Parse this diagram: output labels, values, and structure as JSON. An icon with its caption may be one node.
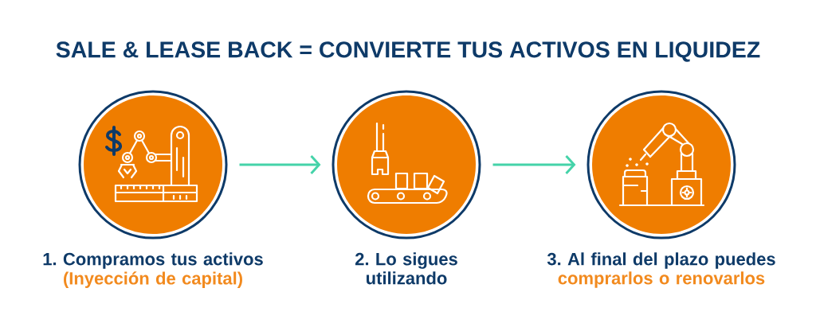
{
  "diagram": {
    "title": "SALE & LEASE BACK = CONVIERTE TUS ACTIVOS EN LIQUIDEZ",
    "nodes": [
      {
        "text": [],
        "shape": "circle",
        "beside": [
          "1. Compramos tus activos",
          "(Inyección de capital)"
        ]
      },
      {
        "text": [],
        "shape": "circle",
        "beside": [
          "2. Lo sigues utilizando"
        ]
      },
      {
        "text": [],
        "shape": "circle",
        "beside": [
          "3. Al final del plazo puedes",
          "comprarlos o renovarlos"
        ]
      }
    ],
    "edges": [
      {
        "from": 0,
        "to": 1,
        "arrow": "to"
      },
      {
        "from": 1,
        "to": 2,
        "arrow": "to"
      }
    ]
  }
}
